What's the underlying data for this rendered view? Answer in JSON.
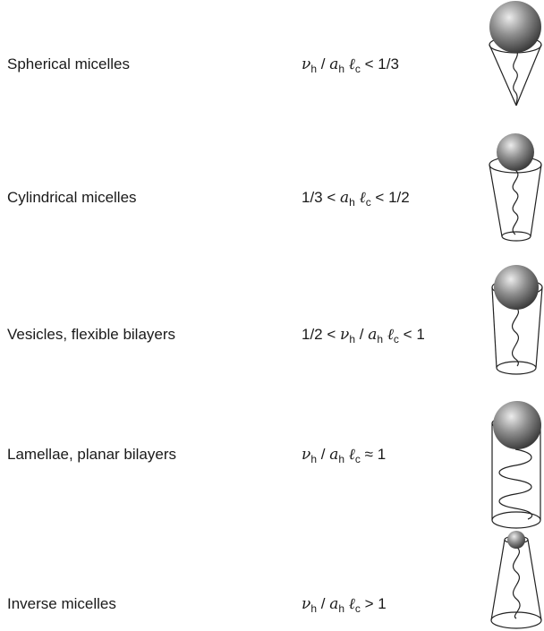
{
  "rows": [
    {
      "name": "Spherical micelles",
      "condition": {
        "left": "",
        "ratio": "ν_h/a_h ℓ_c",
        "op": "<",
        "right": "1/3"
      },
      "shape": "cone"
    },
    {
      "name": "Cylindrical micelles",
      "condition": {
        "left": "1/3 <",
        "ratio": "a_h ℓ_c",
        "op": "<",
        "right": "1/2"
      },
      "shape": "truncated-cone"
    },
    {
      "name": "Vesicles, flexible bilayers",
      "condition": {
        "left": "1/2 <",
        "ratio": "ν_h/a_h ℓ_c",
        "op": "<",
        "right": "1"
      },
      "shape": "truncated-cone"
    },
    {
      "name": "Lamellae, planar bilayers",
      "condition": {
        "left": "",
        "ratio": "ν_h/a_h ℓ_c",
        "op": "≈",
        "right": "1"
      },
      "shape": "cylinder"
    },
    {
      "name": "Inverse micelles",
      "condition": {
        "left": "",
        "ratio": "ν_h/a_h ℓ_c",
        "op": ">",
        "right": "1"
      },
      "shape": "inverted-truncated-cone"
    }
  ],
  "symbols": {
    "nu": "ν",
    "h": "h",
    "a": "a",
    "ell": "ℓ",
    "c": "c",
    "slash": "/"
  },
  "colors": {
    "text": "#1a1a1a",
    "outline": "#222222",
    "head_light": "#e8e8e8",
    "head_dark": "#3c3c3c"
  }
}
